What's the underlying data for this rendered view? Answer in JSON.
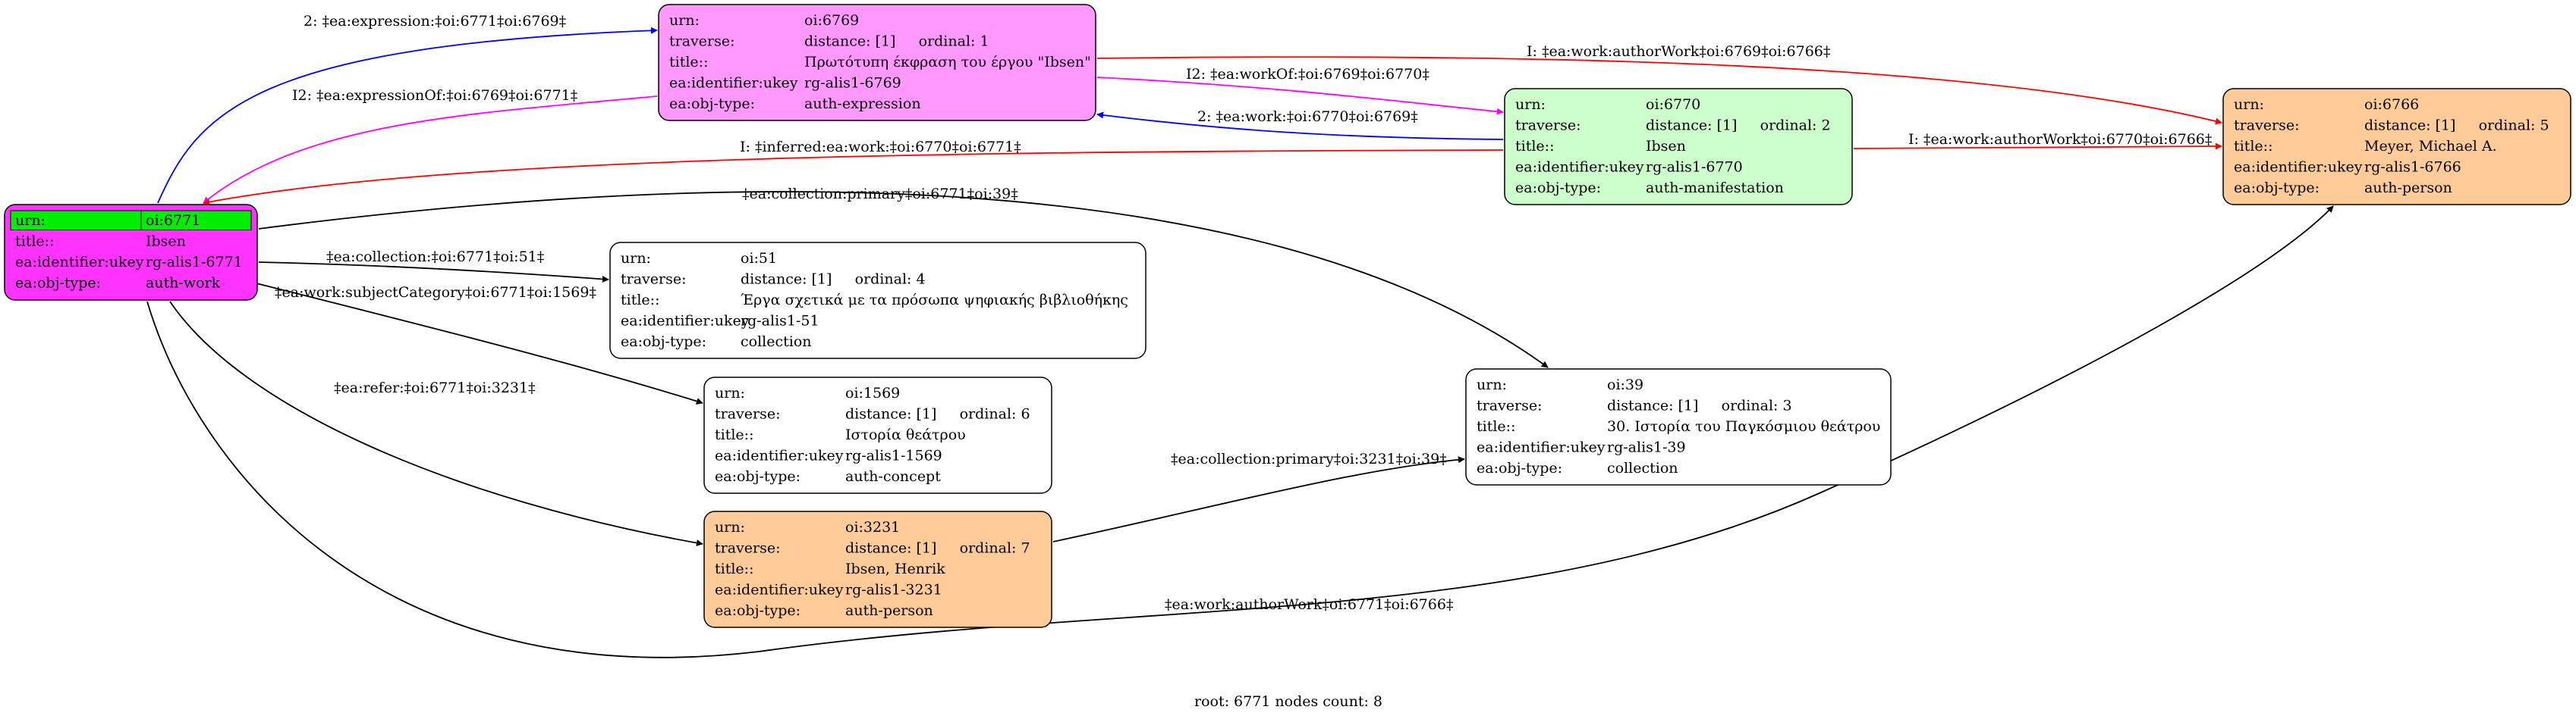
{
  "colors": {
    "work": "#ff33ff",
    "expression": "#ff99ff",
    "manifestation": "#ccffcc",
    "person": "#ffcc99",
    "plain": "#ffffff",
    "urn_highlight": "#00ee00",
    "edge_red": "#ff0000",
    "edge_blue": "#0000ff",
    "edge_magenta": "#ff00ff",
    "edge_black": "#000000"
  },
  "nodes": [
    {
      "id": "oi6771",
      "fill": "work",
      "highlight_urn": true,
      "rows": [
        [
          "urn:",
          "oi:6771"
        ],
        [
          "title::",
          "Ibsen"
        ],
        [
          "ea:identifier:ukey",
          "rg-alis1-6771"
        ],
        [
          "ea:obj-type:",
          "auth-work"
        ]
      ]
    },
    {
      "id": "oi6769",
      "fill": "expression",
      "rows": [
        [
          "urn:",
          "oi:6769"
        ],
        [
          "traverse:",
          "distance: [1]     ordinal: 1"
        ],
        [
          "title::",
          "Πρωτότυπη έκφραση του έργου \"Ibsen\""
        ],
        [
          "ea:identifier:ukey",
          "rg-alis1-6769"
        ],
        [
          "ea:obj-type:",
          "auth-expression"
        ]
      ]
    },
    {
      "id": "oi6770",
      "fill": "manifestation",
      "rows": [
        [
          "urn:",
          "oi:6770"
        ],
        [
          "traverse:",
          "distance: [1]     ordinal: 2"
        ],
        [
          "title::",
          "Ibsen"
        ],
        [
          "ea:identifier:ukey",
          "rg-alis1-6770"
        ],
        [
          "ea:obj-type:",
          "auth-manifestation"
        ]
      ]
    },
    {
      "id": "oi6766",
      "fill": "person",
      "rows": [
        [
          "urn:",
          "oi:6766"
        ],
        [
          "traverse:",
          "distance: [1]     ordinal: 5"
        ],
        [
          "title::",
          "Meyer, Michael A."
        ],
        [
          "ea:identifier:ukey",
          "rg-alis1-6766"
        ],
        [
          "ea:obj-type:",
          "auth-person"
        ]
      ]
    },
    {
      "id": "oi51",
      "fill": "plain",
      "rows": [
        [
          "urn:",
          "oi:51"
        ],
        [
          "traverse:",
          "distance: [1]     ordinal: 4"
        ],
        [
          "title::",
          "Έργα σχετικά με τα πρόσωπα ψηφιακής βιβλιοθήκης"
        ],
        [
          "ea:identifier:ukey",
          "rg-alis1-51"
        ],
        [
          "ea:obj-type:",
          "collection"
        ]
      ]
    },
    {
      "id": "oi1569",
      "fill": "plain",
      "rows": [
        [
          "urn:",
          "oi:1569"
        ],
        [
          "traverse:",
          "distance: [1]     ordinal: 6"
        ],
        [
          "title::",
          "Ιστορία θεάτρου"
        ],
        [
          "ea:identifier:ukey",
          "rg-alis1-1569"
        ],
        [
          "ea:obj-type:",
          "auth-concept"
        ]
      ]
    },
    {
      "id": "oi39",
      "fill": "plain",
      "rows": [
        [
          "urn:",
          "oi:39"
        ],
        [
          "traverse:",
          "distance: [1]     ordinal: 3"
        ],
        [
          "title::",
          "30. Ιστορία του Παγκόσμιου θεάτρου"
        ],
        [
          "ea:identifier:ukey",
          "rg-alis1-39"
        ],
        [
          "ea:obj-type:",
          "collection"
        ]
      ]
    },
    {
      "id": "oi3231",
      "fill": "person",
      "rows": [
        [
          "urn:",
          "oi:3231"
        ],
        [
          "traverse:",
          "distance: [1]     ordinal: 7"
        ],
        [
          "title::",
          "Ibsen, Henrik"
        ],
        [
          "ea:identifier:ukey",
          "rg-alis1-3231"
        ],
        [
          "ea:obj-type:",
          "auth-person"
        ]
      ]
    }
  ],
  "edges": [
    {
      "id": "e1",
      "color": "edge_blue",
      "label": "2: ‡ea:expression:‡oi:6771‡oi:6769‡"
    },
    {
      "id": "e2",
      "color": "edge_magenta",
      "label": "I2: ‡ea:expressionOf:‡oi:6769‡oi:6771‡"
    },
    {
      "id": "e3",
      "color": "edge_red",
      "label": "I: ‡ea:work:authorWork‡oi:6769‡oi:6766‡"
    },
    {
      "id": "e4",
      "color": "edge_magenta",
      "label": "I2: ‡ea:workOf:‡oi:6769‡oi:6770‡"
    },
    {
      "id": "e5",
      "color": "edge_blue",
      "label": "2: ‡ea:work:‡oi:6770‡oi:6769‡"
    },
    {
      "id": "e6",
      "color": "edge_red",
      "label": "I: ‡ea:work:authorWork‡oi:6770‡oi:6766‡"
    },
    {
      "id": "e7",
      "color": "edge_red",
      "label": "I: ‡inferred:ea:work:‡oi:6770‡oi:6771‡"
    },
    {
      "id": "e8",
      "color": "edge_black",
      "label": "‡ea:collection:primary‡oi:6771‡oi:39‡"
    },
    {
      "id": "e9",
      "color": "edge_black",
      "label": "‡ea:collection:‡oi:6771‡oi:51‡"
    },
    {
      "id": "e10",
      "color": "edge_black",
      "label": "‡ea:work:subjectCategory‡oi:6771‡oi:1569‡"
    },
    {
      "id": "e11",
      "color": "edge_black",
      "label": "‡ea:refer:‡oi:6771‡oi:3231‡"
    },
    {
      "id": "e12",
      "color": "edge_black",
      "label": "‡ea:collection:primary‡oi:3231‡oi:39‡"
    },
    {
      "id": "e13",
      "color": "edge_black",
      "label": "‡ea:work:authorWork‡oi:6771‡oi:6766‡"
    }
  ],
  "footer": "root: 6771 nodes count: 8"
}
